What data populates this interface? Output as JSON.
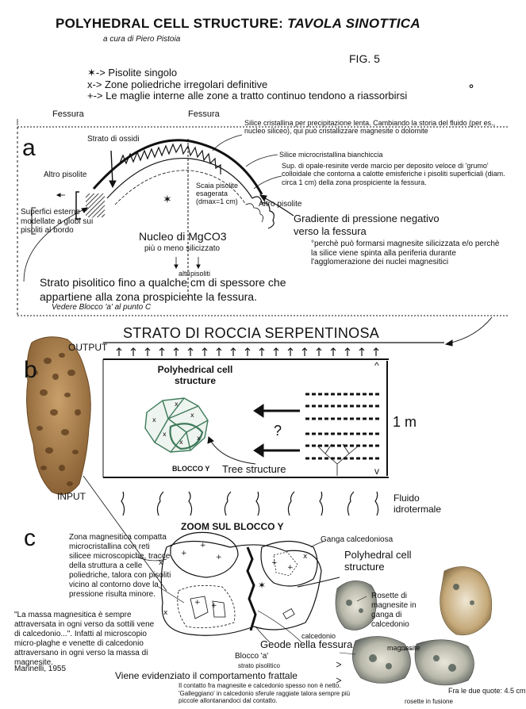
{
  "header": {
    "title_main": "POLYHEDRAL CELL STRUCTURE: ",
    "title_italic": "TAVOLA SINOTTICA",
    "author": "a cura di Piero Pistoia",
    "fig": "FIG. 5"
  },
  "legend": {
    "items": [
      "✶-> Pisolite singolo",
      "x-> Zone poliedriche irregolari definitive",
      "+-> Le maglie interne alle zone a tratto continuo tendono a riassorbirsi"
    ],
    "circle_mark": "°"
  },
  "section_a": {
    "letter": "a",
    "fessura_left": "Fessura",
    "fessura_center": "Fessura",
    "strato_ossidi": "Strato di ossidi",
    "silice_cristallina": "Silice cristallina per precipitazione lenta. Cambiando la storia del fluido (per es., nucleo siliceo), qui può cristallizzare magnesite o dolomite",
    "silice_micro": "Silice microcristallina bianchiccia",
    "opale": "Sup. di opale-resinite verde marcio per deposito veloce di 'grumo' colloidale che contorna a calotte emisferiche i pisoliti superficiali (diam. circa 1 cm) della zona prospiciente la fessura.",
    "altro_pisolite_left": "Altro pisolite",
    "altro_pisolite_right": "Altro pisolite",
    "scaia": "Scaia pisolite esagerata (dmax=1 cm)",
    "superfici": "Superfici esterne modellate a globi sui pisoliti al bordo",
    "gradiente": "Gradiente di pressione negativo verso la fessura",
    "nucleo": "Nucleo di MgCO3",
    "nucleo_sub": "più o meno silicizzato",
    "altri": "altri",
    "pisoliti": "pisoliti",
    "perche": "°perchè può formarsi magnesite silicizzata e/o perchè la silice viene spinta alla periferia durante l'agglomerazione dei nuclei magnesitici",
    "strato_pisolitico": "Strato pisolitico fino a qualche cm di spessore che appartiene alla zona prospiciente la fessura.",
    "vedere": "Vedere Blocco 'a' al punto C"
  },
  "section_b": {
    "letter": "b",
    "strato_roccia": "STRATO DI ROCCIA SERPENTINOSA",
    "output": "OUTPUT",
    "polyhedrical": "Polyhedrical cell structure",
    "question": "?",
    "one_m": "1 m",
    "blocco_y": "BLOCCO Y",
    "tree": "Tree structure",
    "input": "INPUT",
    "fluido": "Fluido idrotermale"
  },
  "section_c": {
    "letter": "c",
    "zoom": "ZOOM SUL BLOCCO Y",
    "zona": "Zona magnesitica compatta microcristallina con reti silicee microscopiche, tracce della struttura a celle poliedriche, talora con pisoliti vicino al contorno dove la pressione risulta minore.",
    "ganga": "Ganga calcedoniosa",
    "polyhedral": "Polyhedral cell structure",
    "rosette": "Rosette di magnesite in ganga di calcedonio",
    "quote": "\"La massa magnesitica è sempre attraversata in ogni verso da sottili vene di calcedonio...\". Infatti al microscopio micro-plaghe e venette di calcedonio attraversano in ogni verso la massa di magnesite.",
    "marinelli": "Marinelli, 1955",
    "calcedonio": "calcedonio",
    "magnesite": "magnesite",
    "geode": "Geode nella fessura",
    "blocco_a": "Blocco 'a'",
    "strato_pisolitico": "strato pisolitico",
    "evidenziato": "Viene evidenziato il comportamento frattale",
    "contatto": "Il contatto fra magnesite e calcedonio spesso non è netto. 'Galleggiano' in calcedonio sferule raggiate talora sempre più piccole allontanandoci dal contatto.",
    "fra_quote": "Fra le due quote: 4.5 cm",
    "rosette_fusione": "rosette in fusione"
  },
  "colors": {
    "ink": "#111111",
    "rock": "#b58a55",
    "rock_dark": "#6b4a26",
    "agate_dark": "#4d5552",
    "agate_light": "#e8e3d4",
    "green_cells": "#3d7a5a"
  }
}
